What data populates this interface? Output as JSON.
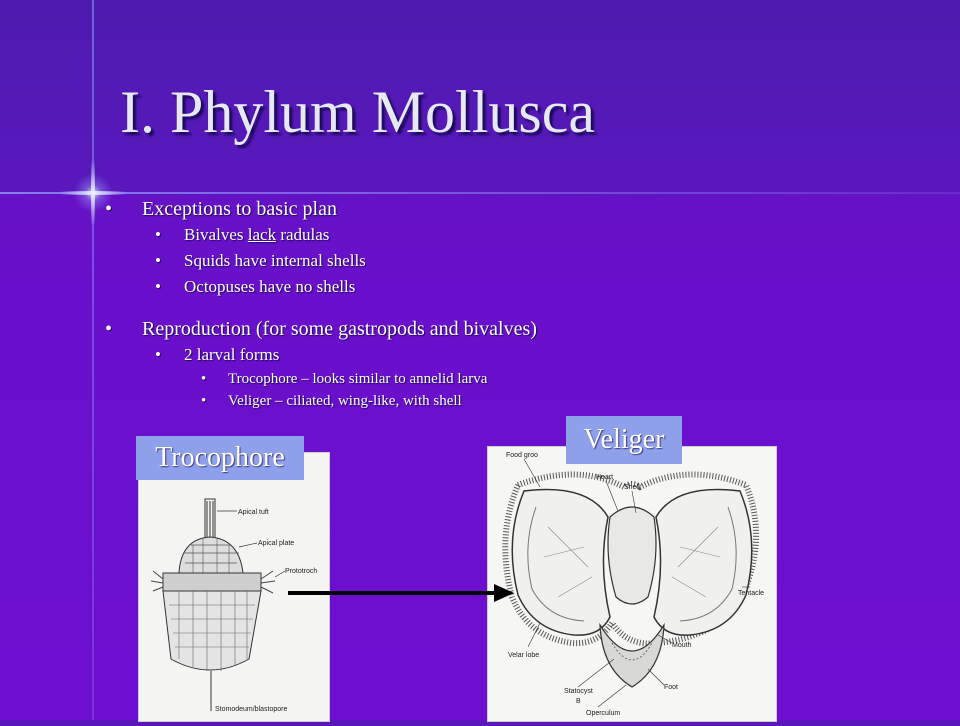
{
  "slide": {
    "title": "I. Phylum Mollusca",
    "bullets": {
      "exceptions": "Exceptions to basic plan",
      "bivalves_pre": "Bivalves ",
      "bivalves_lack": "lack",
      "bivalves_post": " radulas",
      "squids": "Squids have internal shells",
      "octopuses": "Octopuses have no shells",
      "reproduction": "Reproduction (for some gastropods and bivalves)",
      "larval_forms": "2 larval forms",
      "trocophore_desc": "Trocophore – looks similar to annelid larva",
      "veliger_desc": "Veliger – ciliated, wing-like, with shell"
    }
  },
  "images": {
    "trocophore_label": "Trocophore",
    "veliger_label": "Veliger",
    "trocophore_parts": {
      "apical_tuft": "Apical tuft",
      "apical_plate": "Apical plate",
      "prototroch": "Prototroch",
      "stomodeum": "Stomodeum/blastopore"
    },
    "veliger_parts": {
      "food_groove": "Food groo",
      "heart": "Heart",
      "shell": "Shell",
      "tentacle": "Tentacle",
      "velar_lobe": "Velar lobe",
      "mouth": "Mouth",
      "statocyst": "Statocyst",
      "foot": "Foot",
      "operculum": "Operculum",
      "figure_letter": "B"
    }
  },
  "colors": {
    "background": "#6a10cc",
    "label_box": "#8fa0ea",
    "title_text": "#e6e8f4"
  }
}
